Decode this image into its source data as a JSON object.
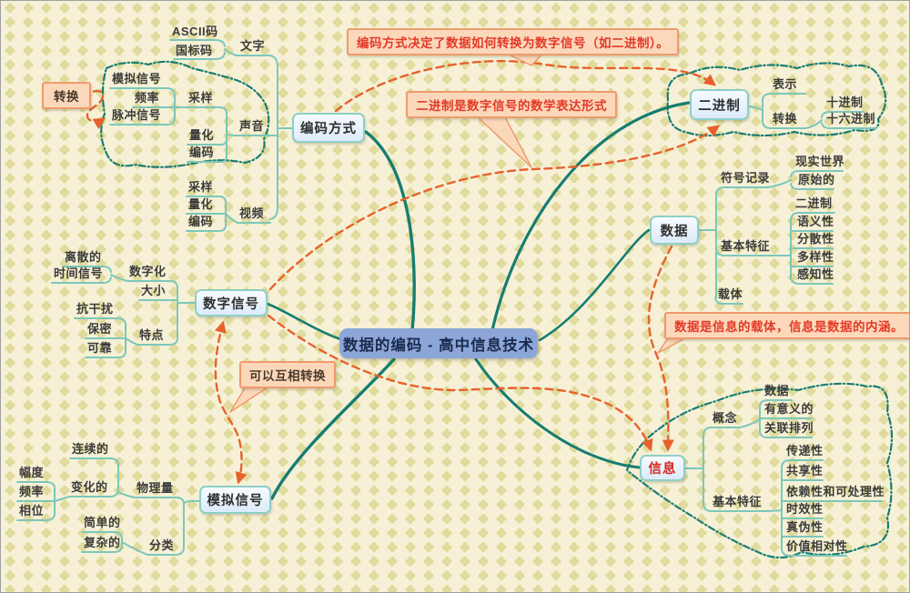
{
  "colors": {
    "background": "#f6f1d6",
    "pattern_flower": "#dbd58f",
    "branch_teal": "#177d71",
    "connector_teal": "#7cc7bb",
    "cloud_teal": "#1a7d72",
    "arrow_orange": "#e8612c",
    "callout_bg": "#fcd8bb",
    "callout_border": "#ef9a6d",
    "callout_red_text": "#e23a28",
    "node_border": "#8ecfc6",
    "central_bg": "#8ca6d8",
    "info_red": "#d6281e"
  },
  "map": {
    "central": "数据的编码 - 高中信息技术",
    "encoding": {
      "label": "编码方式",
      "text": {
        "label": "文字",
        "ascii": "ASCII码",
        "gb": "国标码"
      },
      "sound": {
        "label": "声音",
        "sampling": "采样",
        "quantize": "量化",
        "encode": "编码",
        "analog": "模拟信号",
        "freq": "频率",
        "pulse": "脉冲信号"
      },
      "video": {
        "label": "视频",
        "sampling": "采样",
        "quantize": "量化",
        "encode": "编码"
      }
    },
    "binary": {
      "label": "二进制",
      "repr": "表示",
      "convert": "转换",
      "decimal": "十进制",
      "hex": "十六进制"
    },
    "data": {
      "label": "数据",
      "symbol": "符号记录",
      "real_world": "现实世界",
      "original": "原始的",
      "features": "基本特征",
      "binary": "二进制",
      "semantic": "语义性",
      "dispersed": "分散性",
      "diverse": "多样性",
      "perceptible": "感知性",
      "carrier": "载体"
    },
    "info": {
      "label": "信息",
      "concept": "概念",
      "data": "数据",
      "meaningful": "有意义的",
      "arranged": "关联排列",
      "features": "基本特征",
      "transfer": "传递性",
      "share": "共享性",
      "depend": "依赖性和可处理性",
      "timely": "时效性",
      "authentic": "真伪性",
      "value": "价值相对性"
    },
    "digital": {
      "label": "数字信号",
      "digitize": "数字化",
      "discrete": "离散的",
      "time_signal": "时间信号",
      "size": "大小",
      "traits": "特点",
      "anti": "抗干扰",
      "secret": "保密",
      "reliable": "可靠"
    },
    "analog": {
      "label": "模拟信号",
      "physical": "物理量",
      "continuous": "连续的",
      "changing": "变化的",
      "amplitude": "幅度",
      "frequency": "频率",
      "phase": "相位",
      "classify": "分类",
      "simple": "简单的",
      "complex": "复杂的"
    }
  },
  "callouts": {
    "encode_to_binary": "编码方式决定了数据如何转换为数字信号（如二进制）。",
    "binary_math": "二进制是数字信号的数学表达形式",
    "data_info": "数据是信息的载体，信息是数据的内涵。",
    "convert_each_other": "可以互相转换",
    "convert": "转换"
  }
}
